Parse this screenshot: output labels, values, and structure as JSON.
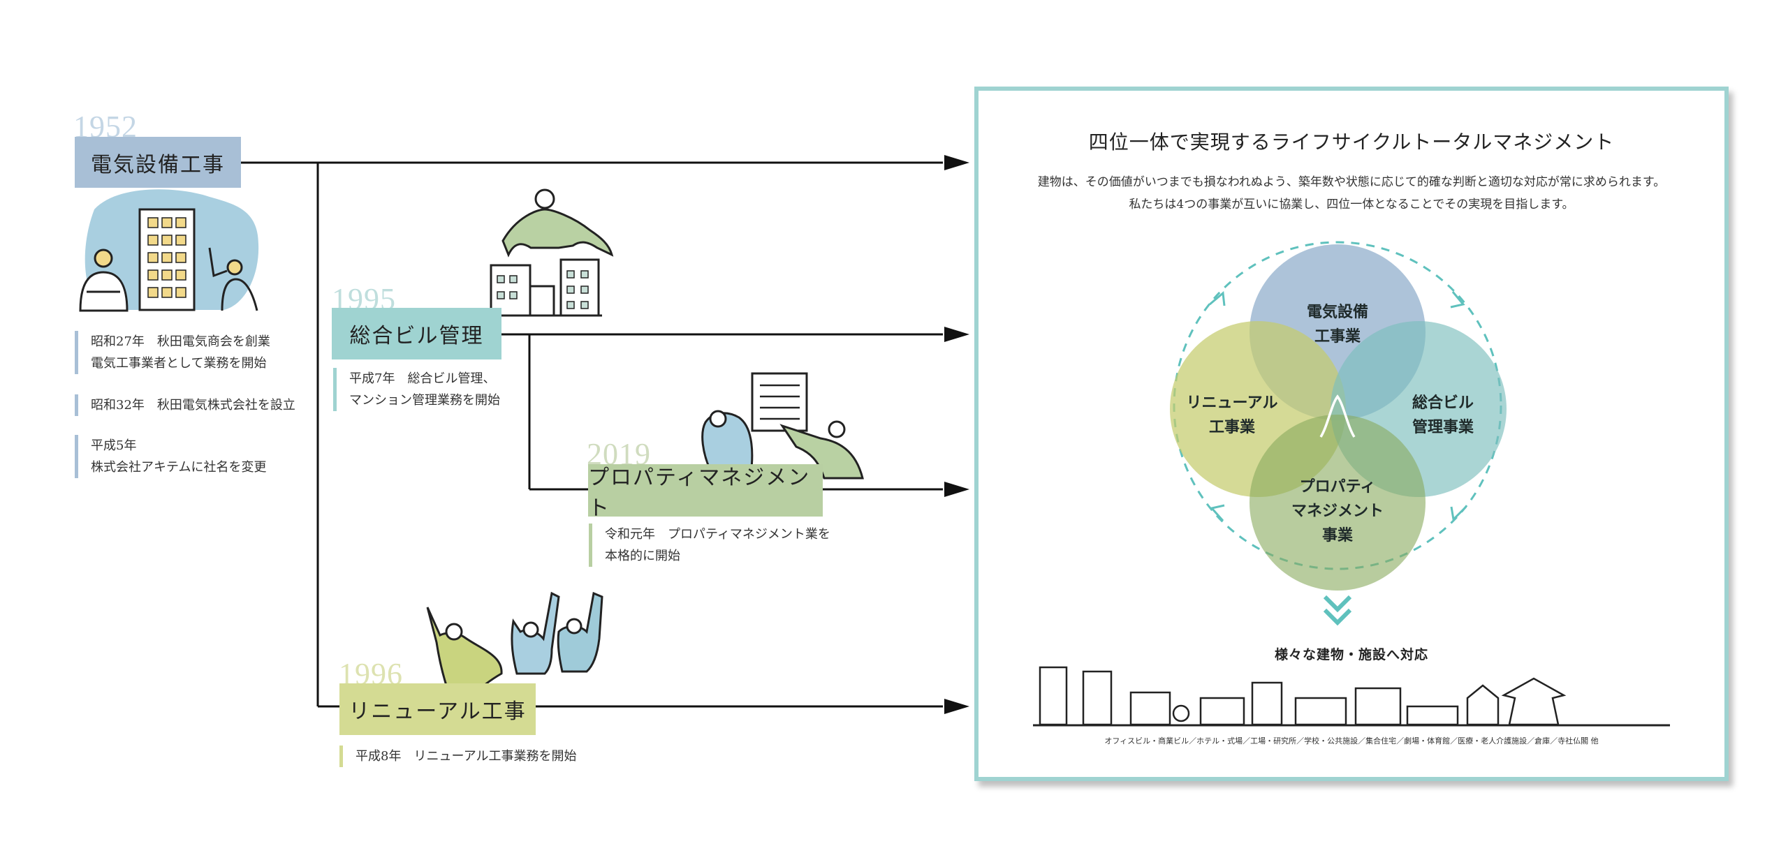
{
  "colors": {
    "blue": "#a8bfd6",
    "teal": "#9fd3d1",
    "tealArrow": "#5fc1bd",
    "green": "#b8cfa2",
    "yellow": "#d4db93",
    "lineBlack": "#111111"
  },
  "timeline": {
    "electric": {
      "year": "1952",
      "title": "電気設備工事",
      "notes": [
        [
          "昭和27年　秋田電気商会を創業",
          "電気工事業者として業務を開始"
        ],
        [
          "昭和32年　秋田電気株式会社を設立"
        ],
        [
          "平成5年",
          "株式会社アキテムに社名を変更"
        ]
      ]
    },
    "building": {
      "year": "1995",
      "title": "総合ビル管理",
      "notes": [
        [
          "平成7年　総合ビル管理、",
          "マンション管理業務を開始"
        ]
      ]
    },
    "property": {
      "year": "2019",
      "title": "プロパティマネジメント",
      "notes": [
        [
          "令和元年　プロパティマネジメント業を",
          "本格的に開始"
        ]
      ]
    },
    "renewal": {
      "year": "1996",
      "title": "リニューアル工事",
      "notes": [
        [
          "平成8年　リニューアル工事業務を開始"
        ]
      ]
    }
  },
  "panel": {
    "title": "四位一体で実現するライフサイクルトータルマネジメント",
    "desc1": "建物は、その価値がいつまでも損なわれぬよう、築年数や状態に応じて的確な判断と適切な対応が常に求められます。",
    "desc2": "私たちは4つの事業が互いに協業し、四位一体となることでその実現を目指します。",
    "circles": {
      "top": [
        "電気設備",
        "工事業"
      ],
      "right": [
        "総合ビル",
        "管理事業"
      ],
      "left": [
        "リニューアル",
        "工事業"
      ],
      "bottom": [
        "プロパティ",
        "マネジメント",
        "事業"
      ]
    },
    "subtitle": "様々な建物・施設へ対応",
    "facilities": "オフィスビル・商業ビル／ホテル・式場／工場・研究所／学校・公共施設／集合住宅／劇場・体育館／医療・老人介護施設／倉庫／寺社仏閣 他"
  }
}
